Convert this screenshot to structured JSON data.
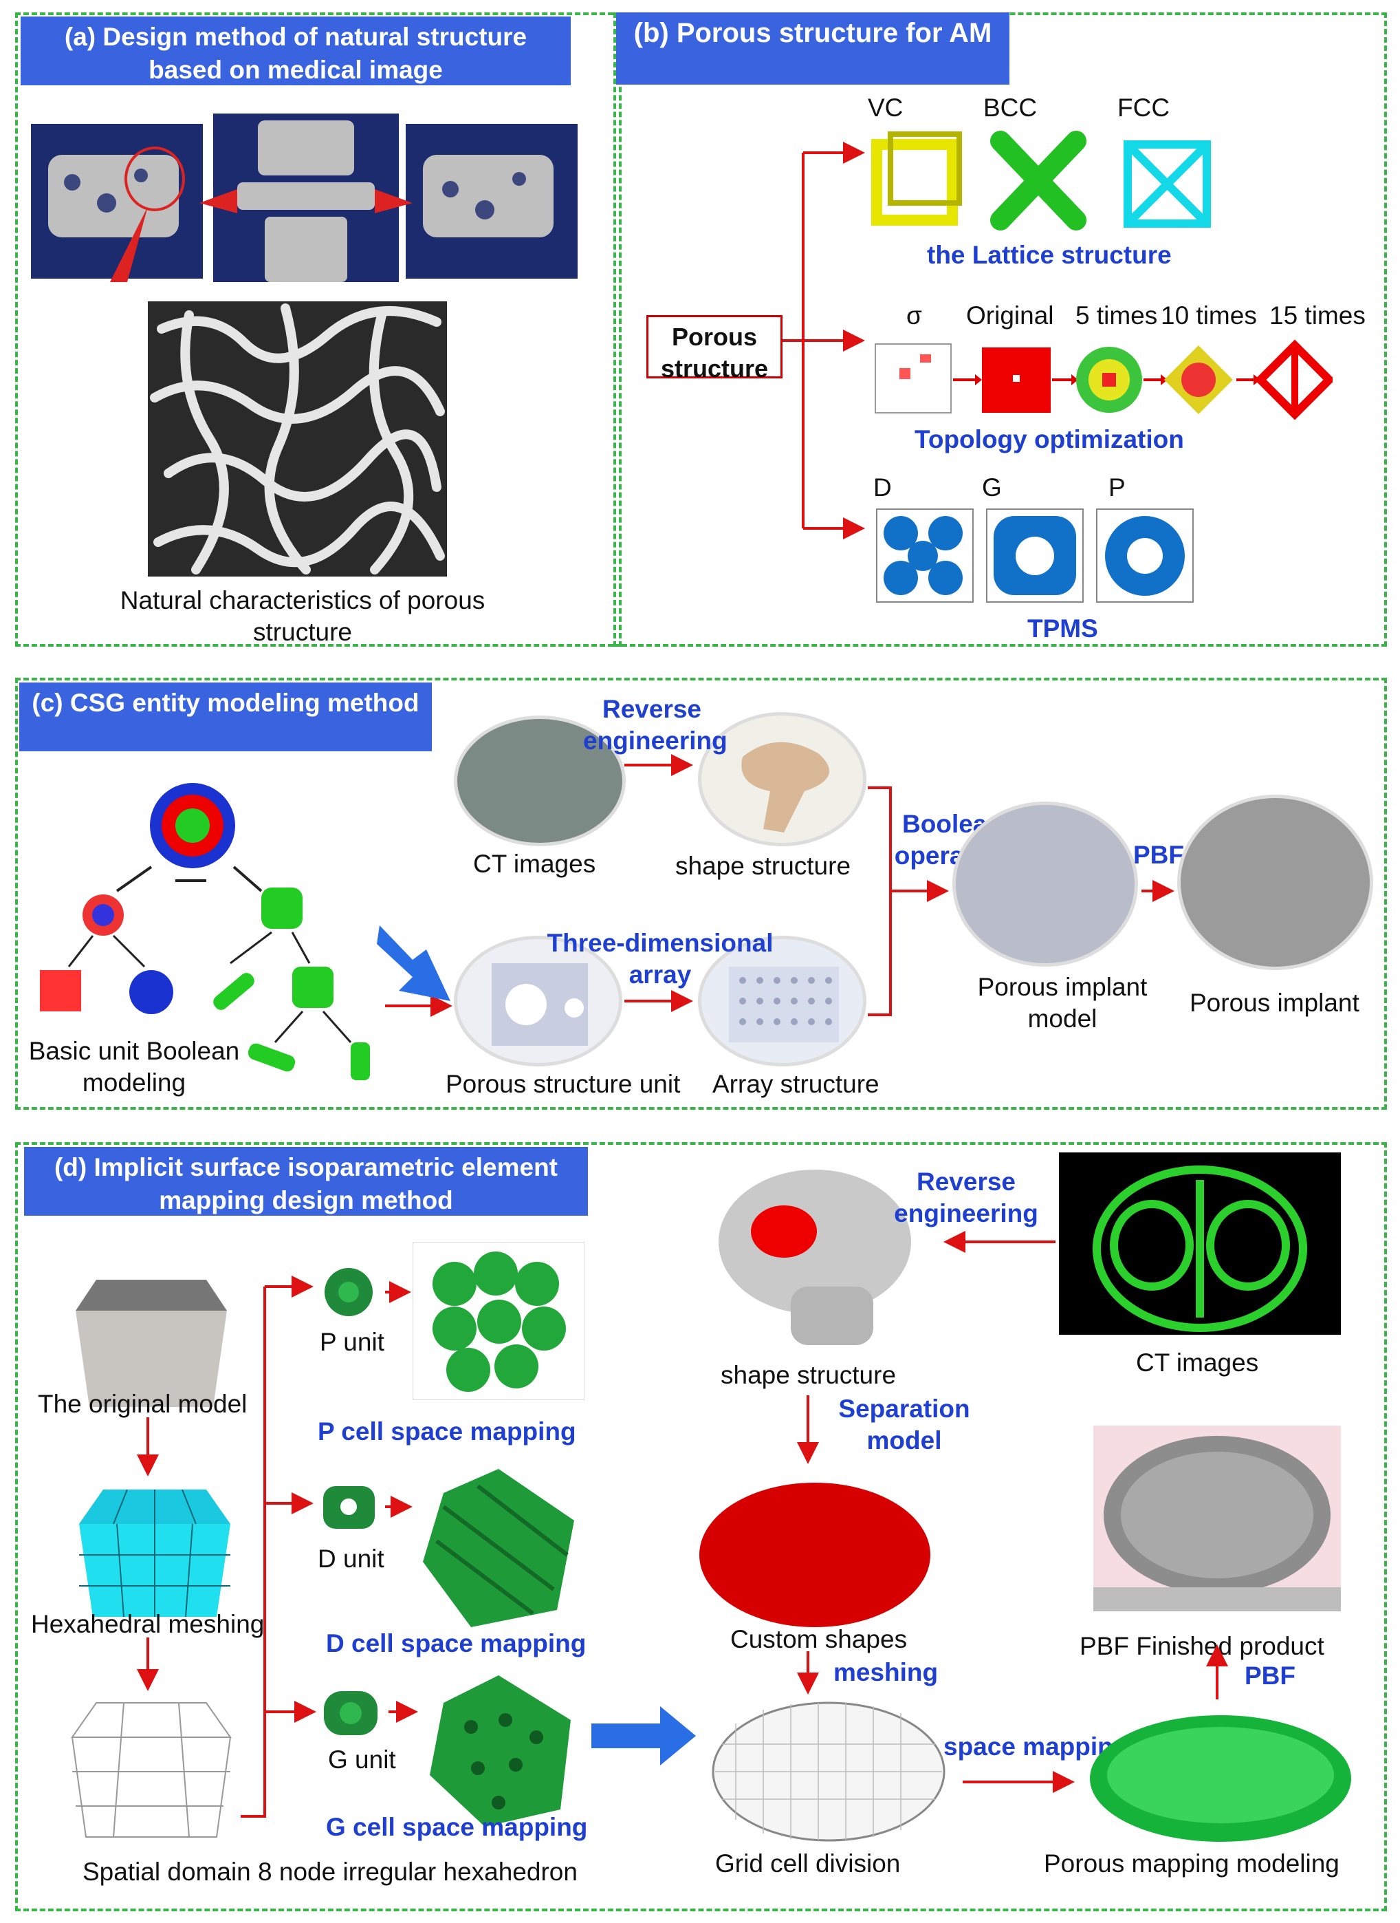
{
  "panel_a": {
    "header": "(a) Design method of natural structure based on medical image",
    "caption": "Natural characteristics of porous structure"
  },
  "panel_b": {
    "header": "(b) Porous structure for AM",
    "root": "Porous structure",
    "lattice_labels": [
      "VC",
      "BCC",
      "FCC"
    ],
    "lattice_title": "the Lattice structure",
    "topo_labels": [
      "σ",
      "Original",
      "5 times",
      "10 times",
      "15 times"
    ],
    "topo_title": "Topology optimization",
    "tpms_labels": [
      "D",
      "G",
      "P"
    ],
    "tpms_title": "TPMS"
  },
  "panel_c": {
    "header": "(c) CSG entity modeling method",
    "basic_unit": "Basic unit Boolean modeling",
    "reverse_engineering": "Reverse engineering",
    "ct_images": "CT images",
    "shape_structure": "shape structure",
    "three_d_array": "Three-dimensional array",
    "porous_unit": "Porous structure unit",
    "array_structure": "Array structure",
    "boolean": "Boolean operation",
    "pbf": "PBF",
    "implant_model": "Porous implant model",
    "implant": "Porous implant"
  },
  "panel_d": {
    "header": "(d) Implicit surface isoparametric element mapping design method",
    "original_model": "The original model",
    "hex_meshing": "Hexahedral meshing",
    "spatial_domain": "Spatial domain 8 node irregular hexahedron",
    "p_unit": "P unit",
    "p_mapping": "P cell space mapping",
    "d_unit": "D unit",
    "d_mapping": "D cell space mapping",
    "g_unit": "G unit",
    "g_mapping": "G cell space mapping",
    "reverse_engineering": "Reverse engineering",
    "ct_images": "CT images",
    "shape_structure": "shape structure",
    "separation_model": "Separation model",
    "custom_shapes": "Custom shapes",
    "meshing": "meshing",
    "grid_division": "Grid cell division",
    "space_mapping": "space mapping",
    "porous_mapping": "Porous mapping modeling",
    "pbf": "PBF",
    "finished_product": "PBF Finished product"
  },
  "colors": {
    "accent_blue": "#3a63e0",
    "label_blue": "#1f3fd0",
    "arrow_red": "#dd1111",
    "dash_green": "#39b54a"
  }
}
